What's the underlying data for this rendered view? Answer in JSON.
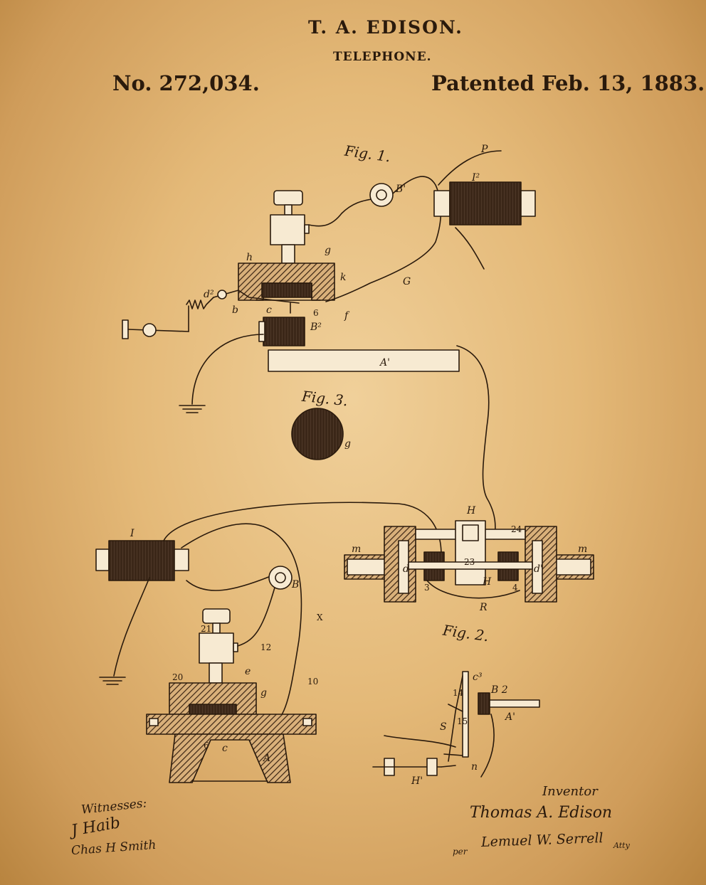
{
  "header": {
    "inventor_name": "T. A. EDISON.",
    "invention_title": "TELEPHONE.",
    "patent_number": "No. 272,034.",
    "patent_date": "Patented Feb. 13, 1883."
  },
  "figures": {
    "fig1": "Fig. 1.",
    "fig2": "Fig. 2.",
    "fig3": "Fig. 3."
  },
  "part_labels": {
    "p": "P",
    "i2": "I²",
    "b1": "B'",
    "g": "G",
    "h": "h",
    "g_small": "g",
    "k": "k",
    "d2": "d²",
    "b": "b",
    "c": "c",
    "six": "6",
    "f": "f",
    "b2": "B²",
    "a1": "A'",
    "g_fig3": "g",
    "i": "I",
    "b_lower": "B",
    "x": "X",
    "n21": "21",
    "n12": "12",
    "n20": "20",
    "e": "e",
    "g_lower": "g",
    "n10": "10",
    "a": "A",
    "six_lower": "6",
    "c_lower": "c",
    "h_upper": "H",
    "m_left": "m",
    "m_right": "m",
    "d_left": "d",
    "d_right": "d'",
    "n24": "24",
    "n23": "23",
    "n3": "3",
    "n4": "4",
    "h_lower": "H",
    "r": "R",
    "c3": "c³",
    "n14": "14",
    "b2_fig2": "B 2",
    "n15": "15",
    "s": "S",
    "a1_fig2": "A'",
    "n": "n",
    "h1": "H'"
  },
  "signatures": {
    "witnesses_label": "Witnesses:",
    "witness_1": "J Haib",
    "witness_2": "Chas H Smith",
    "inventor_label": "Inventor",
    "inventor_signature": "Thomas A. Edison",
    "attorney_prefix": "per",
    "attorney_signature": "Lemuel W. Serrell",
    "attorney_suffix": "Atty"
  },
  "colors": {
    "paper_light": "#f0d09a",
    "paper_dark": "#b8843f",
    "ink": "#2a1a0c",
    "metal_fill": "#f7ead2"
  }
}
